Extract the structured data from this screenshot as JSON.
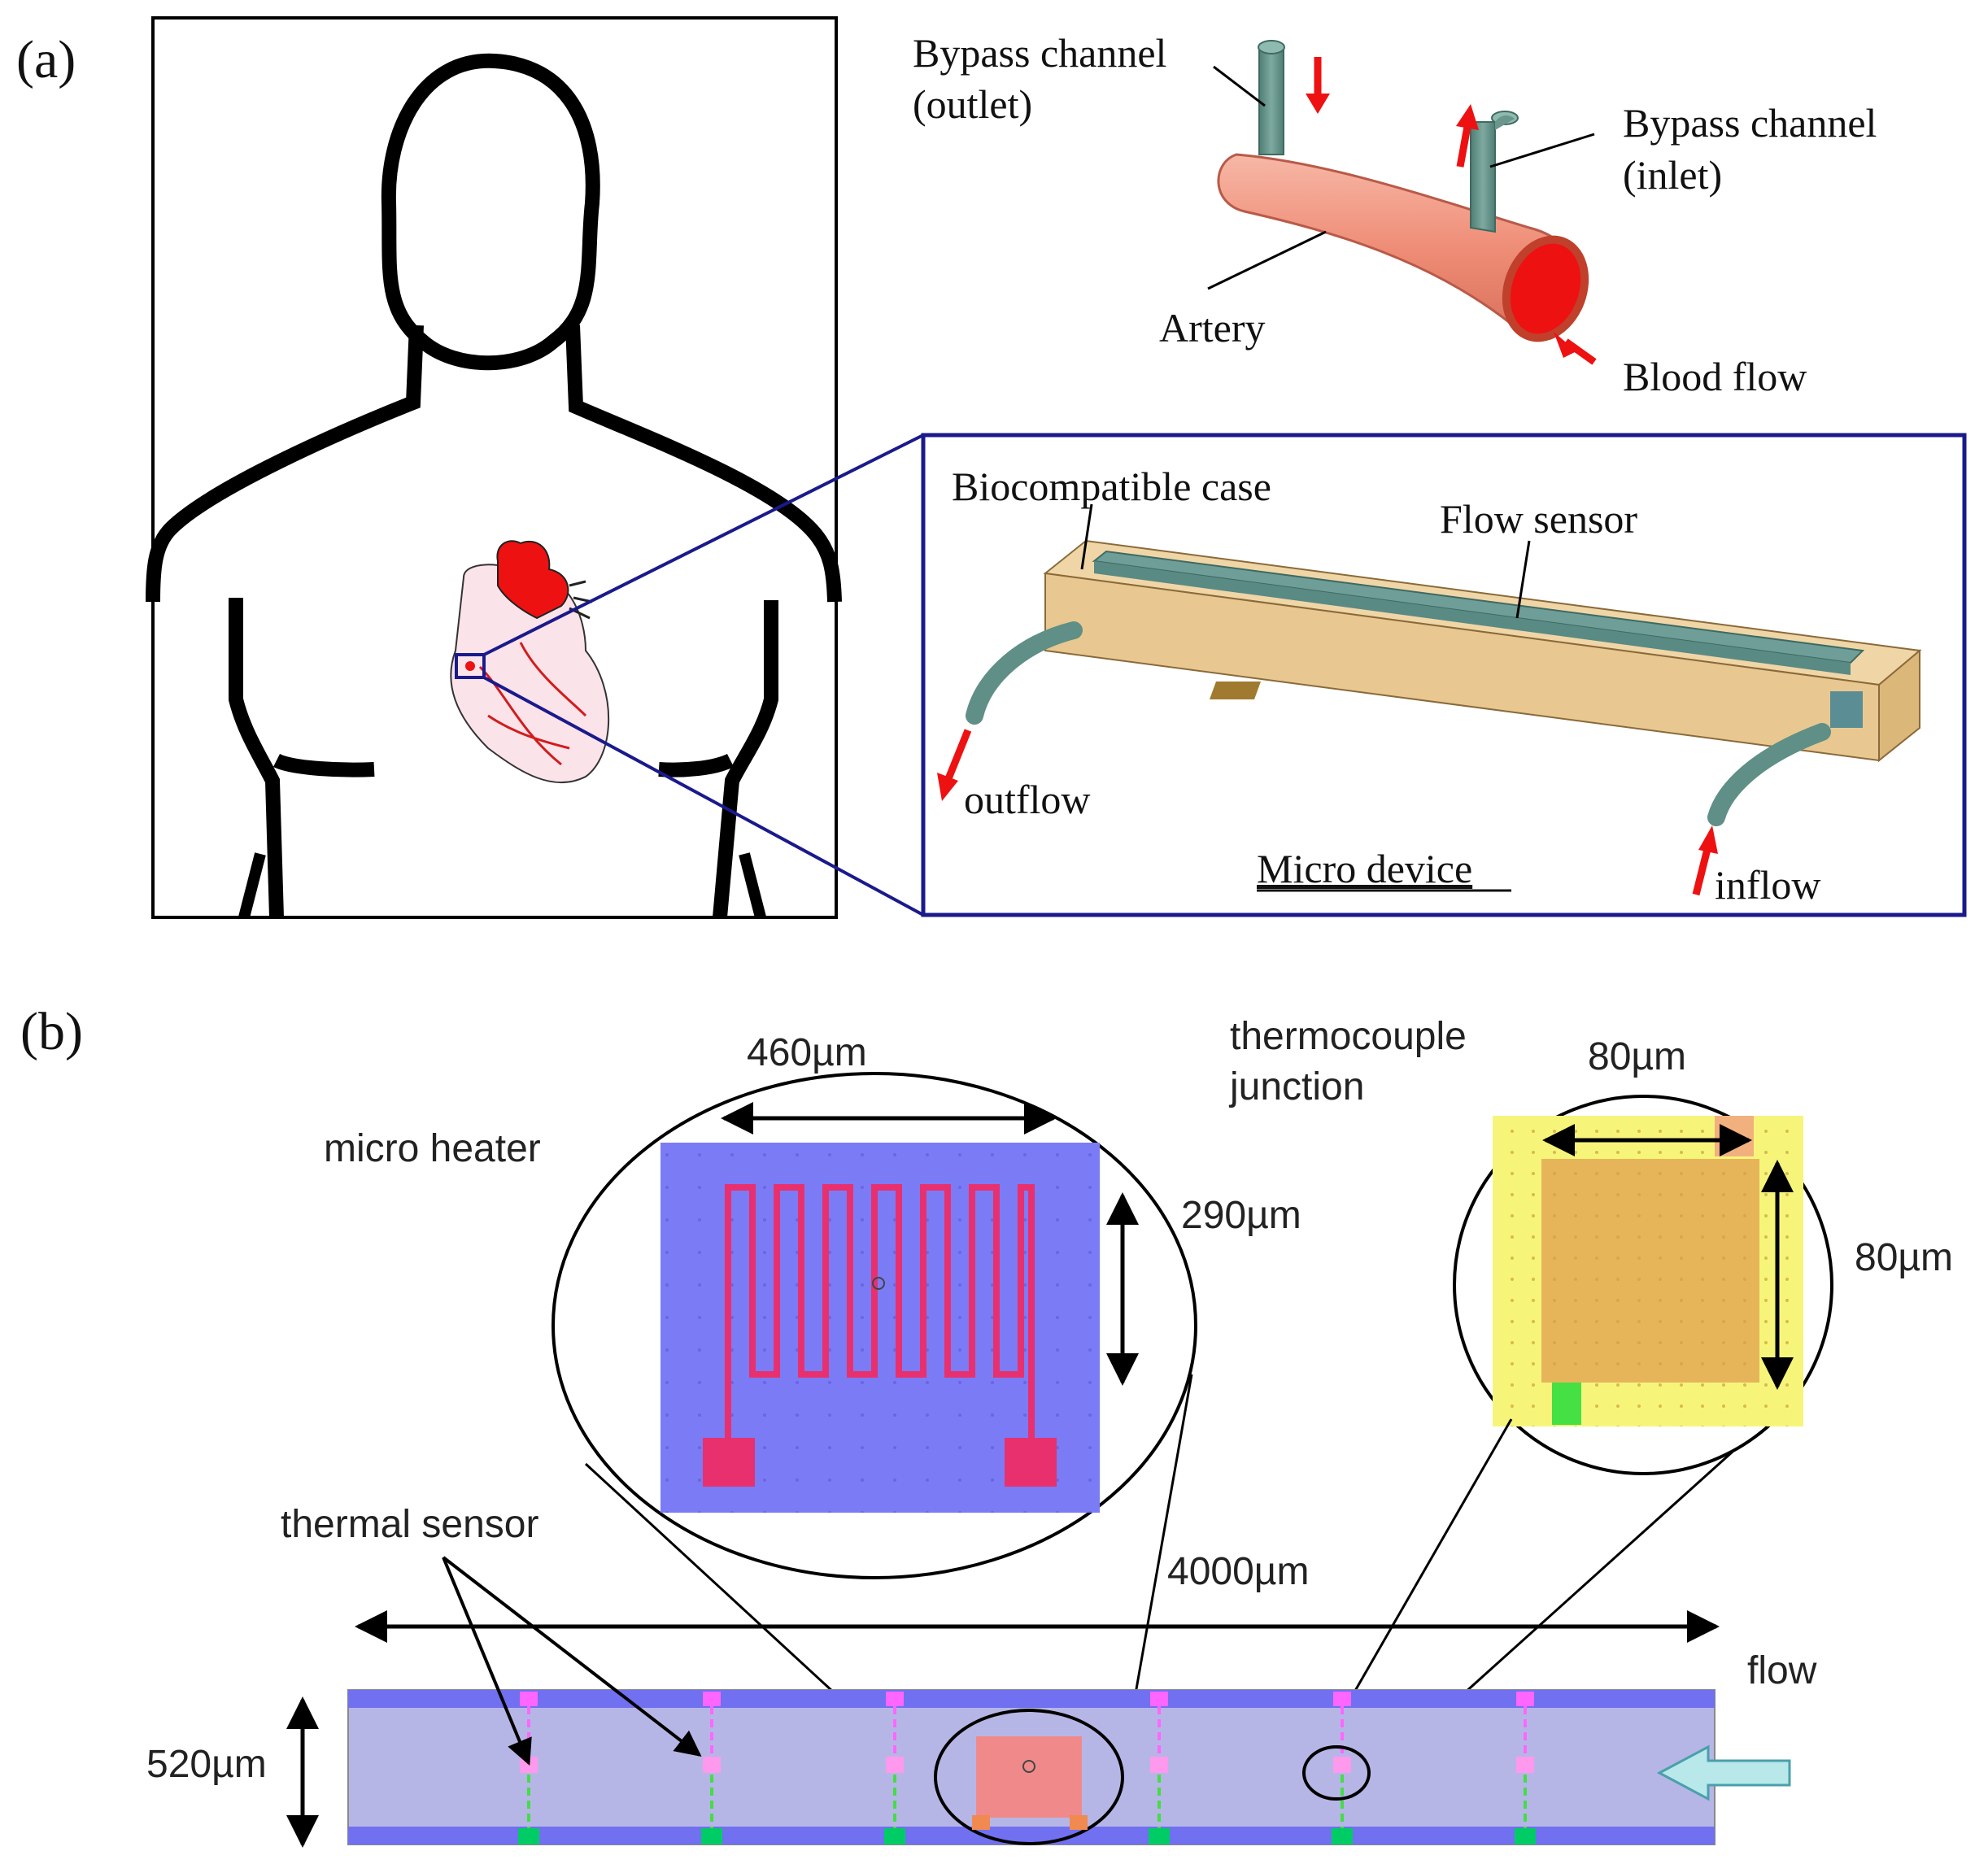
{
  "panel_a": {
    "label": "(a)",
    "artery": {
      "bypass_outlet_line1": "Bypass channel",
      "bypass_outlet_line2": "(outlet)",
      "bypass_inlet_line1": "Bypass channel",
      "bypass_inlet_line2": "(inlet)",
      "artery_label": "Artery",
      "blood_flow_label": "Blood flow"
    },
    "device": {
      "case_label": "Biocompatible case",
      "sensor_label": "Flow sensor",
      "outflow_label": "outflow",
      "inflow_label": "inflow",
      "title": "Micro device"
    }
  },
  "panel_b": {
    "label": "(b)",
    "heater": {
      "label": "micro heater",
      "width": "460µm",
      "height": "290µm"
    },
    "thermocouple": {
      "label_line1": "thermocouple",
      "label_line2": "junction",
      "width": "80µm",
      "height": "80µm"
    },
    "channel": {
      "thermal_sensor_label": "thermal sensor",
      "length": "4000µm",
      "width": "520µm",
      "flow_label": "flow"
    }
  },
  "colors": {
    "blood_red": "#ee1111",
    "artery_salmon": "#f0907a",
    "bypass_teal": "#5f8f86",
    "case_tan": "#e8c890",
    "frame_navy": "#1a1a8c",
    "heater_blue": "#7b7bf5",
    "heater_trace": "#e8306e",
    "thermo_yellow": "#f6f57a",
    "thermo_orange": "#e6b55a",
    "channel_fill": "#b6b6e6",
    "channel_rail": "#7070f0",
    "flow_arrow": "#b8e8ea"
  }
}
